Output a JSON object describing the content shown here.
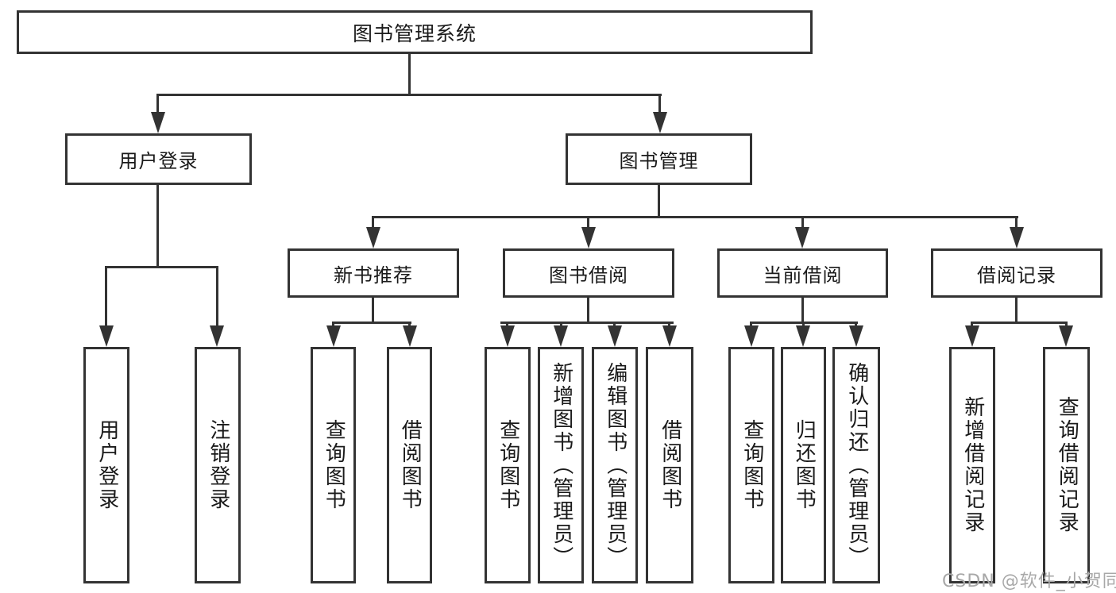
{
  "diagram": {
    "root": "图书管理系统",
    "level2": [
      "用户登录",
      "图书管理"
    ],
    "level3": [
      "新书推荐",
      "图书借阅",
      "当前借阅",
      "借阅记录"
    ],
    "leaves": {
      "user_login": [
        "用户登录",
        "注销登录"
      ],
      "new_book": [
        "查询图书",
        "借阅图书"
      ],
      "book_borrow": [
        "查询图书",
        "新增图书（管理员）",
        "编辑图书（管理员）",
        "借阅图书"
      ],
      "current_borrow": [
        "查询图书",
        "归还图书",
        "确认归还（管理员）"
      ],
      "borrow_record": [
        "新增借阅记录",
        "查询借阅记录"
      ]
    },
    "colors": {
      "line": "#333333",
      "text": "#1a1a1a",
      "background": "#ffffff",
      "watermark": "#a8a8a8"
    }
  },
  "watermark": "CSDN @软件_小贺同学"
}
